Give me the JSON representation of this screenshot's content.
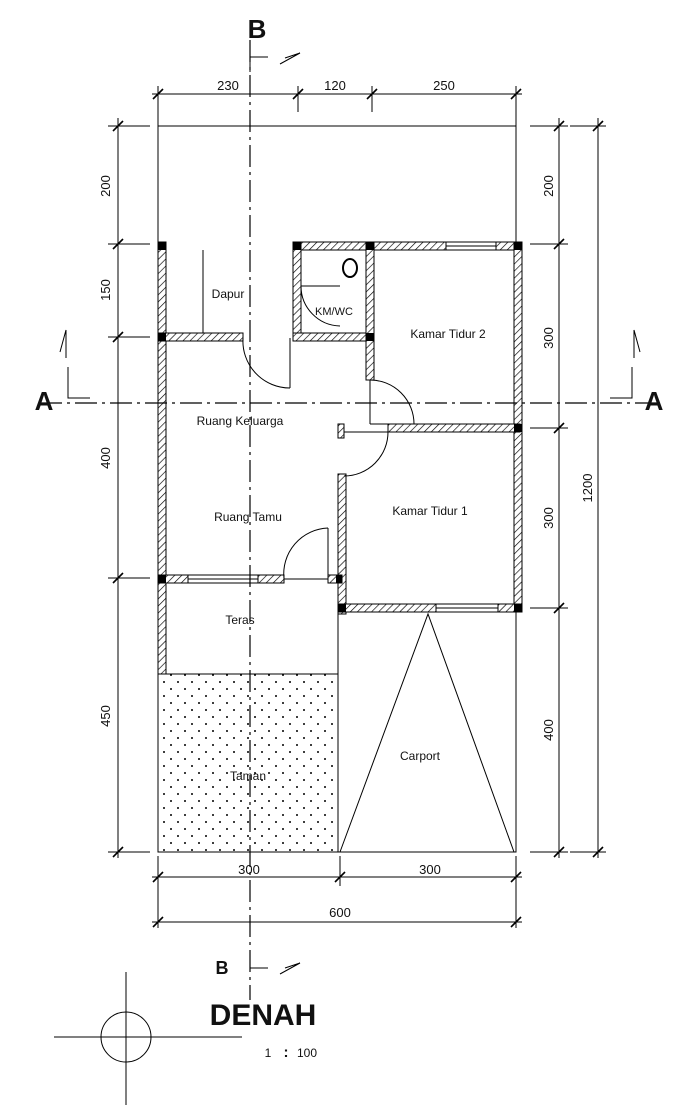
{
  "rooms": {
    "dapur": "Dapur",
    "kmwc": "KM/WC",
    "kamar_tidur_2": "Kamar Tidur 2",
    "ruang_keluarga": "Ruang Keluarga",
    "ruang_tamu": "Ruang Tamu",
    "kamar_tidur_1": "Kamar Tidur 1",
    "teras": "Teras",
    "taman": "Taman",
    "carport": "Carport"
  },
  "dimensions": {
    "top": [
      "230",
      "120",
      "250"
    ],
    "left": [
      "200",
      "150",
      "400",
      "450"
    ],
    "right": [
      "200",
      "300",
      "300",
      "400"
    ],
    "total_height": "1200",
    "bottom": [
      "300",
      "300"
    ],
    "total_width": "600"
  },
  "sections": {
    "a": "A",
    "b": "B"
  },
  "title": {
    "name": "DENAH",
    "scale_num": "1",
    "scale_sep": ":",
    "scale_den": "100"
  }
}
